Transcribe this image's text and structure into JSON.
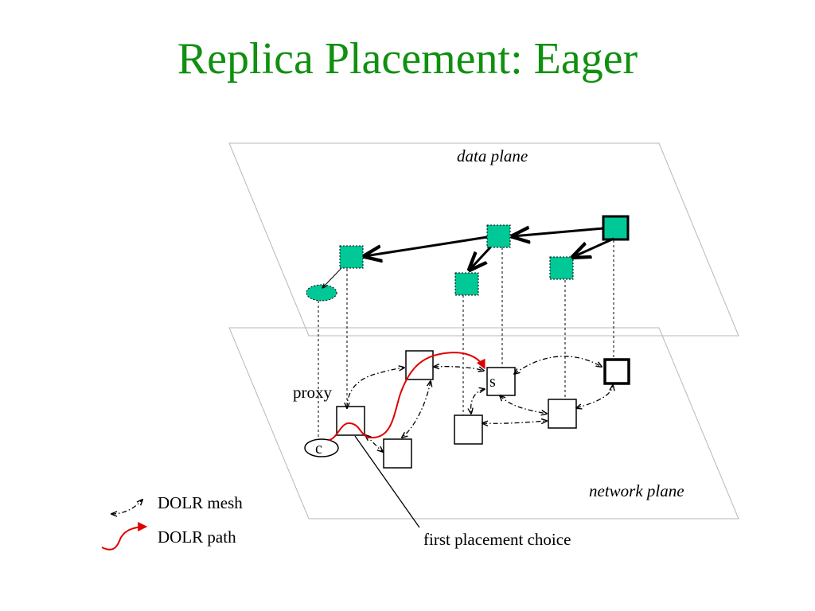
{
  "title": "Replica Placement: Eager",
  "planes": {
    "data_plane_label": "data plane",
    "network_plane_label": "network plane"
  },
  "nodes": {
    "proxy_label": "proxy",
    "client_label": "c",
    "server_label": "s"
  },
  "annotation": {
    "first_placement": "first placement choice"
  },
  "legend": {
    "mesh_label": "DOLR mesh",
    "path_label": "DOLR path"
  },
  "colors": {
    "title": "#109010",
    "replica_fill": "#00c896",
    "dolr_path": "#e00000",
    "plane_border": "#b0b0b0"
  }
}
